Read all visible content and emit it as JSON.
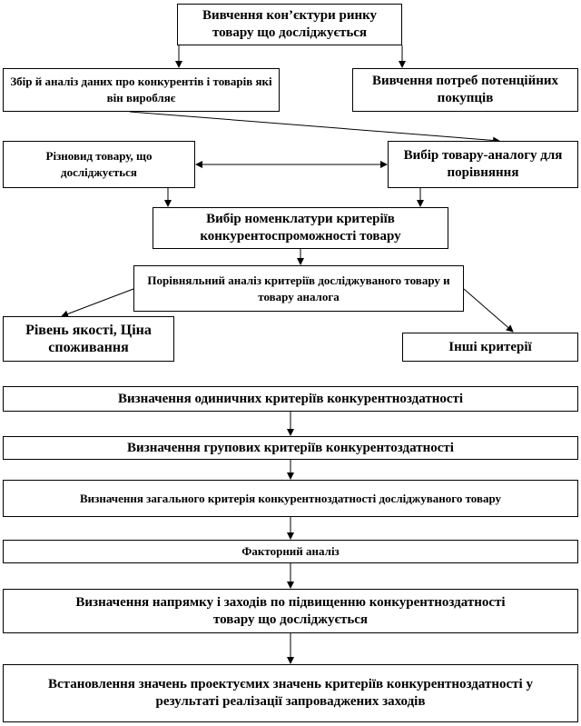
{
  "boxes": {
    "market_study": "Вивчення кон’єктури ринку товару що досліджується",
    "competitor_data": "Збір й аналіз даних про конкурентів і товарів які він виробляє",
    "customer_needs": "Вивчення потреб потенційних покупців",
    "product_variety": "Різновид товару, що досліджується",
    "analog_choice": "Вибір товару-аналогу для порівняння",
    "criteria_nomenclature": "Вибір номенклатури критеріїв конкурентоспроможності товару",
    "comparative_analysis": "Порівняльний аналіз критеріїв досліджуваного товару и товару аналога",
    "quality_price": "Рівень якості, Ціна споживання",
    "other_criteria": "Інші критерії",
    "single_criteria": "Визначення одиничних критеріїв конкурентноздатності",
    "group_criteria": "Визначення групових критеріїв конкурентоздатності",
    "general_criterion": "Визначення загального критерія конкурентноздатності досліджуваного товару",
    "factor_analysis": "Факторний аналіз",
    "improvement_measures": "Визначення напрямку і заходів по підвищенню конкурентноздатності товару що досліджується",
    "projected_values": "Встановлення значень проектуємих значень критеріїв конкурентноздатності у результаті реалізації запроваджених заходів"
  }
}
